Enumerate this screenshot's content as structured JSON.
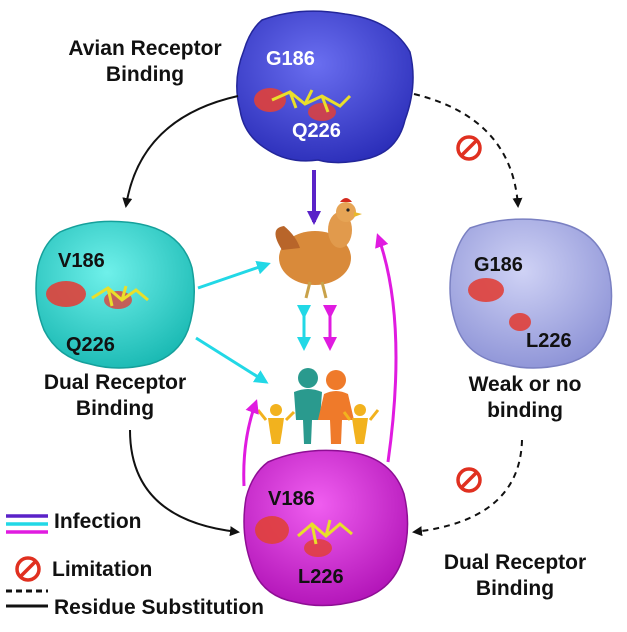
{
  "labels": {
    "avian": [
      "Avian Receptor",
      "Binding"
    ],
    "dual_left": [
      "Dual Receptor",
      "Binding"
    ],
    "weak": [
      "Weak or no",
      "binding"
    ],
    "dual_right": [
      "Dual Receptor",
      "Binding"
    ]
  },
  "residues": {
    "top": [
      "G186",
      "Q226"
    ],
    "left": [
      "V186",
      "Q226"
    ],
    "right": [
      "G186",
      "L226"
    ],
    "bottom": [
      "V186",
      "L226"
    ]
  },
  "legend": {
    "infection": "Infection",
    "limitation": "Limitation",
    "substitution": "Residue Substitution"
  },
  "colors": {
    "avian_protein": "#3b3fd6",
    "dual_left_protein": "#2fd6cf",
    "weak_protein": "#a9aee6",
    "dual_bottom_protein": "#d21cd8",
    "binding_patch": "#e0403a",
    "ligand": "#e9df2a",
    "infection_purple": "#5a22c8",
    "infection_cyan": "#22d8e6",
    "infection_magenta": "#e01be0",
    "limitation_red": "#e03020"
  },
  "icons": [
    "chicken-icon",
    "family-icon",
    "limitation-icon"
  ]
}
